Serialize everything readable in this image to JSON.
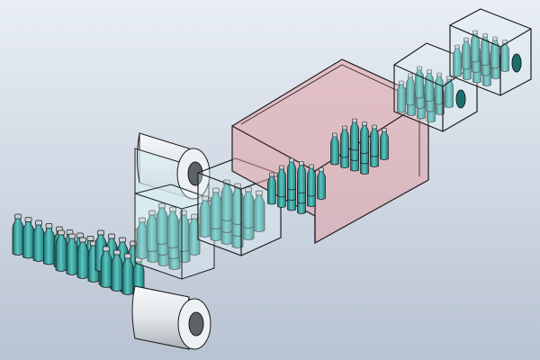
{
  "scene": {
    "subject": "shrink-wrap-bundling-line",
    "colors": {
      "background_top": "#e9eef5",
      "background_bottom": "#b8c3d2",
      "bottle": "#2a9c99",
      "bottle_dark": "#19706e",
      "bottle_light": "#5cc6c2",
      "cap": "#c9cfd4",
      "film": "#dff3f6",
      "outline": "#1d1d1d",
      "tunnel": "#e4a0a6",
      "roll": "#e2e6e9"
    },
    "components": [
      {
        "name": "infeed-bottles",
        "rows": 2,
        "per_row": 10
      },
      {
        "name": "film-roll-top"
      },
      {
        "name": "film-roll-bottom"
      },
      {
        "name": "wrapping-station-pack",
        "grid": "4x3"
      },
      {
        "name": "film-wrapped-pack",
        "grid": "4x3"
      },
      {
        "name": "shrink-tunnel",
        "packs_inside": 2
      },
      {
        "name": "shrunk-pack",
        "count": 2,
        "grid": "4x3"
      }
    ]
  }
}
